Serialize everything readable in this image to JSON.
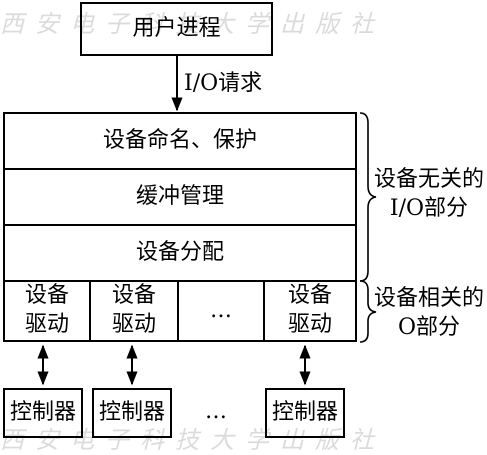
{
  "watermark": {
    "top_text": "西安电子科技大学出版社",
    "bottom_text": "西安电子科技大学出版社"
  },
  "user_process": "用户进程",
  "io_request": "I/O请求",
  "independent_layers": [
    "设备命名、保护",
    "缓冲管理",
    "设备分配"
  ],
  "drivers": [
    "设备\n驱动",
    "设备\n驱动",
    "…",
    "设备\n驱动"
  ],
  "controllers": [
    "控制器",
    "控制器",
    "…",
    "控制器"
  ],
  "brace_labels": {
    "independent": "设备无关的\nI/O部分",
    "dependent": "设备相关的\nO部分"
  }
}
